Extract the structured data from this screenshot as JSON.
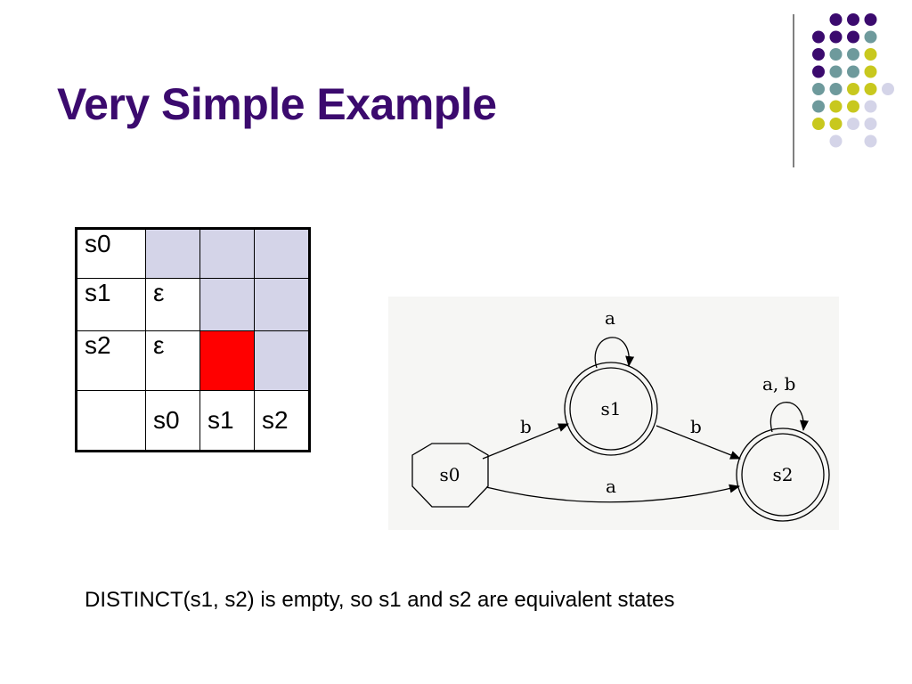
{
  "slide": {
    "title": "Very Simple Example",
    "caption": "DISTINCT(s1, s2) is empty, so s1 and s2 are equivalent states"
  },
  "colors": {
    "title": "#3b0a6e",
    "shaded_cell": "#d4d4e8",
    "marked_cell": "#ff0000",
    "dot_purple": "#3b0a6e",
    "dot_teal": "#6e9a9c",
    "dot_yellow": "#c8c81e",
    "dot_lavender": "#d4d4e8"
  },
  "table": {
    "rows": [
      {
        "label": "s0",
        "cells": [
          {
            "text": "",
            "fill": "shaded"
          },
          {
            "text": "",
            "fill": "shaded"
          },
          {
            "text": "",
            "fill": "shaded"
          }
        ]
      },
      {
        "label": "s1",
        "cells": [
          {
            "text": "ε",
            "fill": "none"
          },
          {
            "text": "",
            "fill": "shaded"
          },
          {
            "text": "",
            "fill": "shaded"
          }
        ]
      },
      {
        "label": "s2",
        "cells": [
          {
            "text": "ε",
            "fill": "none"
          },
          {
            "text": "",
            "fill": "marked"
          },
          {
            "text": "",
            "fill": "shaded"
          }
        ]
      }
    ],
    "footer": {
      "label": "",
      "cells": [
        "s0",
        "s1",
        "s2"
      ]
    }
  },
  "diagram": {
    "states": [
      {
        "id": "s0",
        "label": "s0",
        "shape": "octagon"
      },
      {
        "id": "s1",
        "label": "s1",
        "shape": "double-circle"
      },
      {
        "id": "s2",
        "label": "s2",
        "shape": "double-circle"
      }
    ],
    "transitions": [
      {
        "from": "s0",
        "to": "s1",
        "label": "b"
      },
      {
        "from": "s0",
        "to": "s2",
        "label": "a"
      },
      {
        "from": "s1",
        "to": "s2",
        "label": "b"
      },
      {
        "from": "s1",
        "to": "s1",
        "label": "a"
      },
      {
        "from": "s2",
        "to": "s2",
        "label": "a, b"
      }
    ]
  }
}
